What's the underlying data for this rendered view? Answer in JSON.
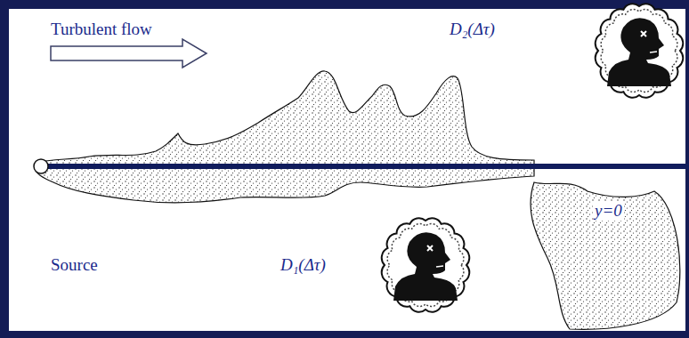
{
  "diagram": {
    "labels": [
      "Turbulent flow",
      "D₂(Δτ)",
      "Source",
      "D₁(Δτ)",
      "y=0"
    ]
  }
}
